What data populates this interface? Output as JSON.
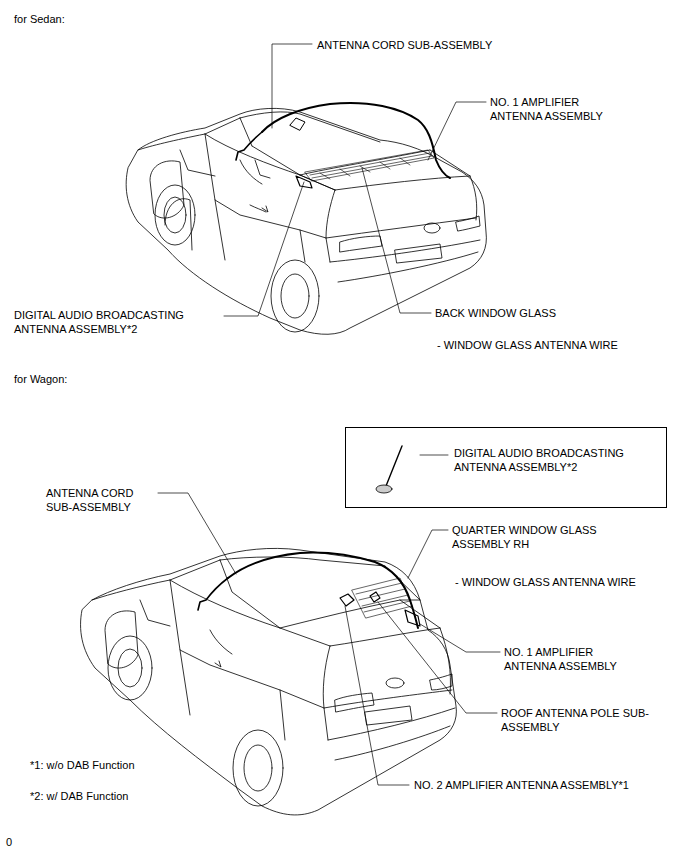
{
  "diagram": {
    "nodes": [
      {
        "text": [
          "DIGITAL AUDIO BROADCASTING ANTENNA ASSEMBLY*2"
        ]
      }
    ],
    "labels": [
      "for Sedan:",
      "ANTENNA CORD SUB-ASSEMBLY",
      "NO. 1 AMPLIFIER ANTENNA ASSEMBLY",
      "DIGITAL AUDIO BROADCASTING ANTENNA ASSEMBLY*2",
      "BACK WINDOW GLASS",
      "- WINDOW GLASS ANTENNA WIRE",
      "for Wagon:",
      "ANTENNA CORD SUB-ASSEMBLY",
      "QUARTER WINDOW GLASS ASSEMBLY RH",
      "- WINDOW GLASS ANTENNA WIRE",
      "NO. 1 AMPLIFIER ANTENNA ASSEMBLY",
      "ROOF ANTENNA POLE SUB-ASSEMBLY",
      "NO. 2 AMPLIFIER ANTENNA ASSEMBLY*1",
      "*1: w/o DAB Function",
      "*2: w/ DAB Function",
      "0"
    ]
  }
}
